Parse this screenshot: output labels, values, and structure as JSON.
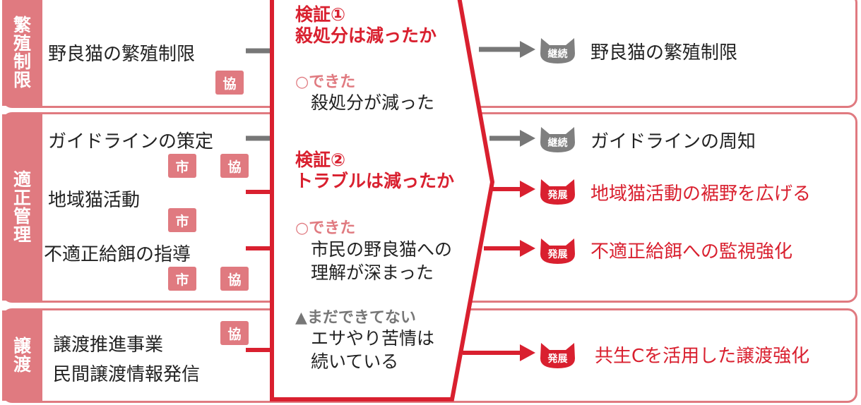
{
  "sections": [
    {
      "label_chars": [
        "繁",
        "殖",
        "制",
        "限"
      ]
    },
    {
      "label_chars": [
        "適",
        "正",
        "管",
        "理"
      ]
    },
    {
      "label_chars": [
        "譲",
        "渡"
      ]
    }
  ],
  "items": {
    "breeding": "野良猫の繁殖制限",
    "guideline": "ガイドラインの策定",
    "community_cats": "地域猫活動",
    "improper_feeding": "不適正給餌の指導",
    "transfer_promo": "譲渡推進事業",
    "private_transfer": "民間譲渡情報発信"
  },
  "badges": {
    "city": "市",
    "assoc": "協"
  },
  "verification": {
    "v1_line1": "検証①",
    "v1_line2": "殺処分は減ったか",
    "v1_result": "○できた",
    "v1_detail": "殺処分が減った",
    "v2_line1": "検証②",
    "v2_line2": "トラブルは減ったか",
    "v2_result": "○できた",
    "v2_detail1": "市民の野良猫への",
    "v2_detail2": "理解が深まった",
    "v2_issue": "▲まだできてない",
    "v2_issue1": "エサやり苦情は",
    "v2_issue2": "続いている"
  },
  "status": {
    "continue": "継続",
    "develop": "発展"
  },
  "outcomes": {
    "o1": "野良猫の繁殖制限",
    "o2": "ガイドラインの周知",
    "o3": "地域猫活動の裾野を広げる",
    "o4": "不適正給餌への監視強化",
    "o5": "共生Cを活用した譲渡強化"
  },
  "colors": {
    "pink": "#e07a80",
    "red": "#d9202f",
    "gray": "#7f7f7f"
  }
}
